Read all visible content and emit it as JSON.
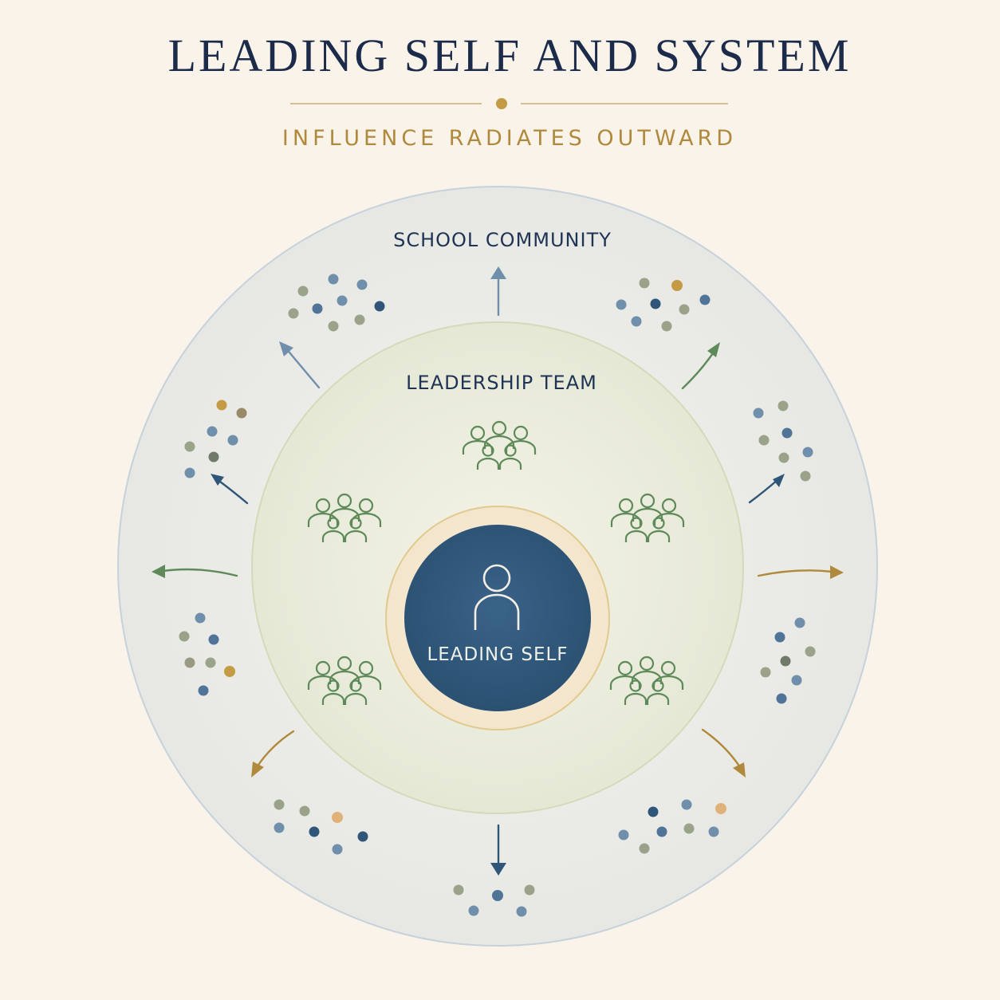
{
  "header": {
    "title": "LEADING SELF AND SYSTEM",
    "subtitle": "INFLUENCE RADIATES OUTWARD"
  },
  "rings": {
    "outer_label": "SCHOOL COMMUNITY",
    "middle_label": "LEADERSHIP TEAM",
    "core_label": "LEADING SELF"
  },
  "colors": {
    "navy": "#2f5678",
    "gold": "#b08a3c",
    "green": "#5e8a5a",
    "slate": "#6f8faa",
    "olive": "#9aa38a",
    "background": "#f9f3ea"
  },
  "icons": {
    "core": "person-icon",
    "team": "people-group-icon",
    "community": "dot-cluster-icon",
    "flow": "arrow-icon"
  }
}
